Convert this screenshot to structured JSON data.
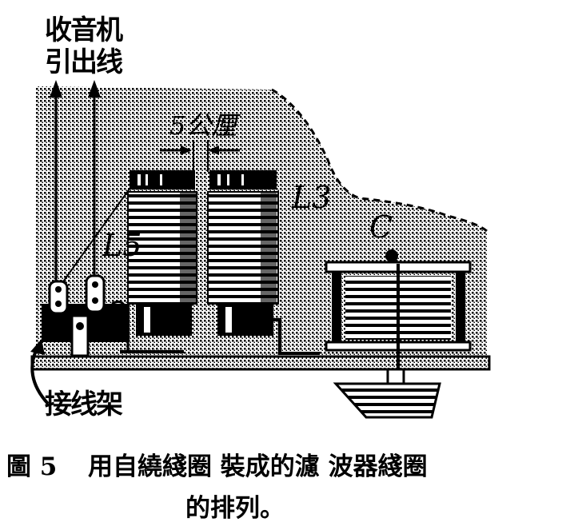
{
  "figure": {
    "labels": {
      "radio_leads_line1": "收音机",
      "radio_leads_line2": "引出线",
      "spacing": "5公厘",
      "coil_l5": "L5",
      "coil_l3": "L3",
      "capacitor": "C",
      "terminal_rack": "接线架"
    },
    "caption": {
      "number": "圖 5",
      "line1": "用自繞綫圈 裝成的濾 波器綫圈",
      "line2": "的排列。"
    }
  }
}
